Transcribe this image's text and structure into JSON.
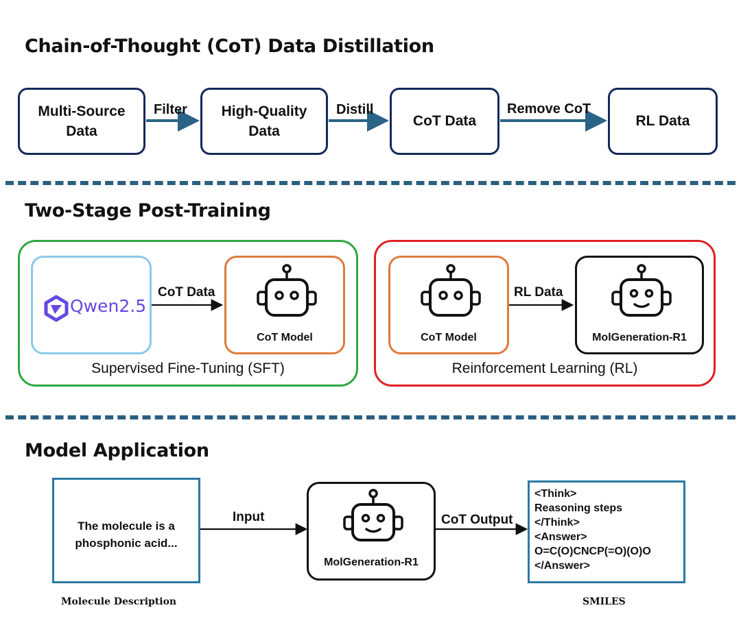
{
  "sections": {
    "distillation_title": "Chain-of-Thought (CoT) Data Distillation",
    "post_training_title": "Two-Stage Post-Training",
    "application_title": "Model Application"
  },
  "distillation": {
    "box1_line1": "Multi-Source",
    "box1_line2": "Data",
    "arrow1": "Filter",
    "box2_line1": "High-Quality",
    "box2_line2": "Data",
    "arrow2": "Distill",
    "box3": "CoT Data",
    "arrow3": "Remove CoT",
    "box4": "RL Data"
  },
  "post_training": {
    "sft": {
      "qwen_logo_text": "Qwen2.5",
      "arrow": "CoT Data",
      "model": "CoT Model",
      "label": "Supervised Fine-Tuning (SFT)"
    },
    "rl": {
      "model_in": "CoT Model",
      "arrow": "RL Data",
      "model_out": "MolGeneration-R1",
      "label": "Reinforcement Learning (RL)"
    }
  },
  "application": {
    "description_line1": "The molecule is a",
    "description_line2": "phosphonic acid...",
    "arrow_in": "Input",
    "model": "MolGeneration-R1",
    "arrow_out": "CoT Output",
    "output_lines": [
      "<Think>",
      "Reasoning steps",
      "</Think>",
      "<Answer>",
      "O=C(O)CNCP(=O)(O)O",
      "</Answer>"
    ],
    "caption_left": "Molecule Description",
    "caption_right": "SMILES"
  },
  "colors": {
    "navy": "#14285a",
    "arrow_teal": "#2a6386",
    "divider": "#2a5f7e",
    "sft_group": "#2ea844",
    "rl_group": "#e02020",
    "qwen_box": "#8cc9ea",
    "model_box": "#e07a3a",
    "final_model_box": "#111111",
    "application_box": "#2a79a3",
    "qwen_logo": "#6548e0"
  },
  "icons": {
    "robot": "robot-icon",
    "robot_smiling": "robot-smiling-icon",
    "qwen_logo": "qwen-logo-icon"
  }
}
